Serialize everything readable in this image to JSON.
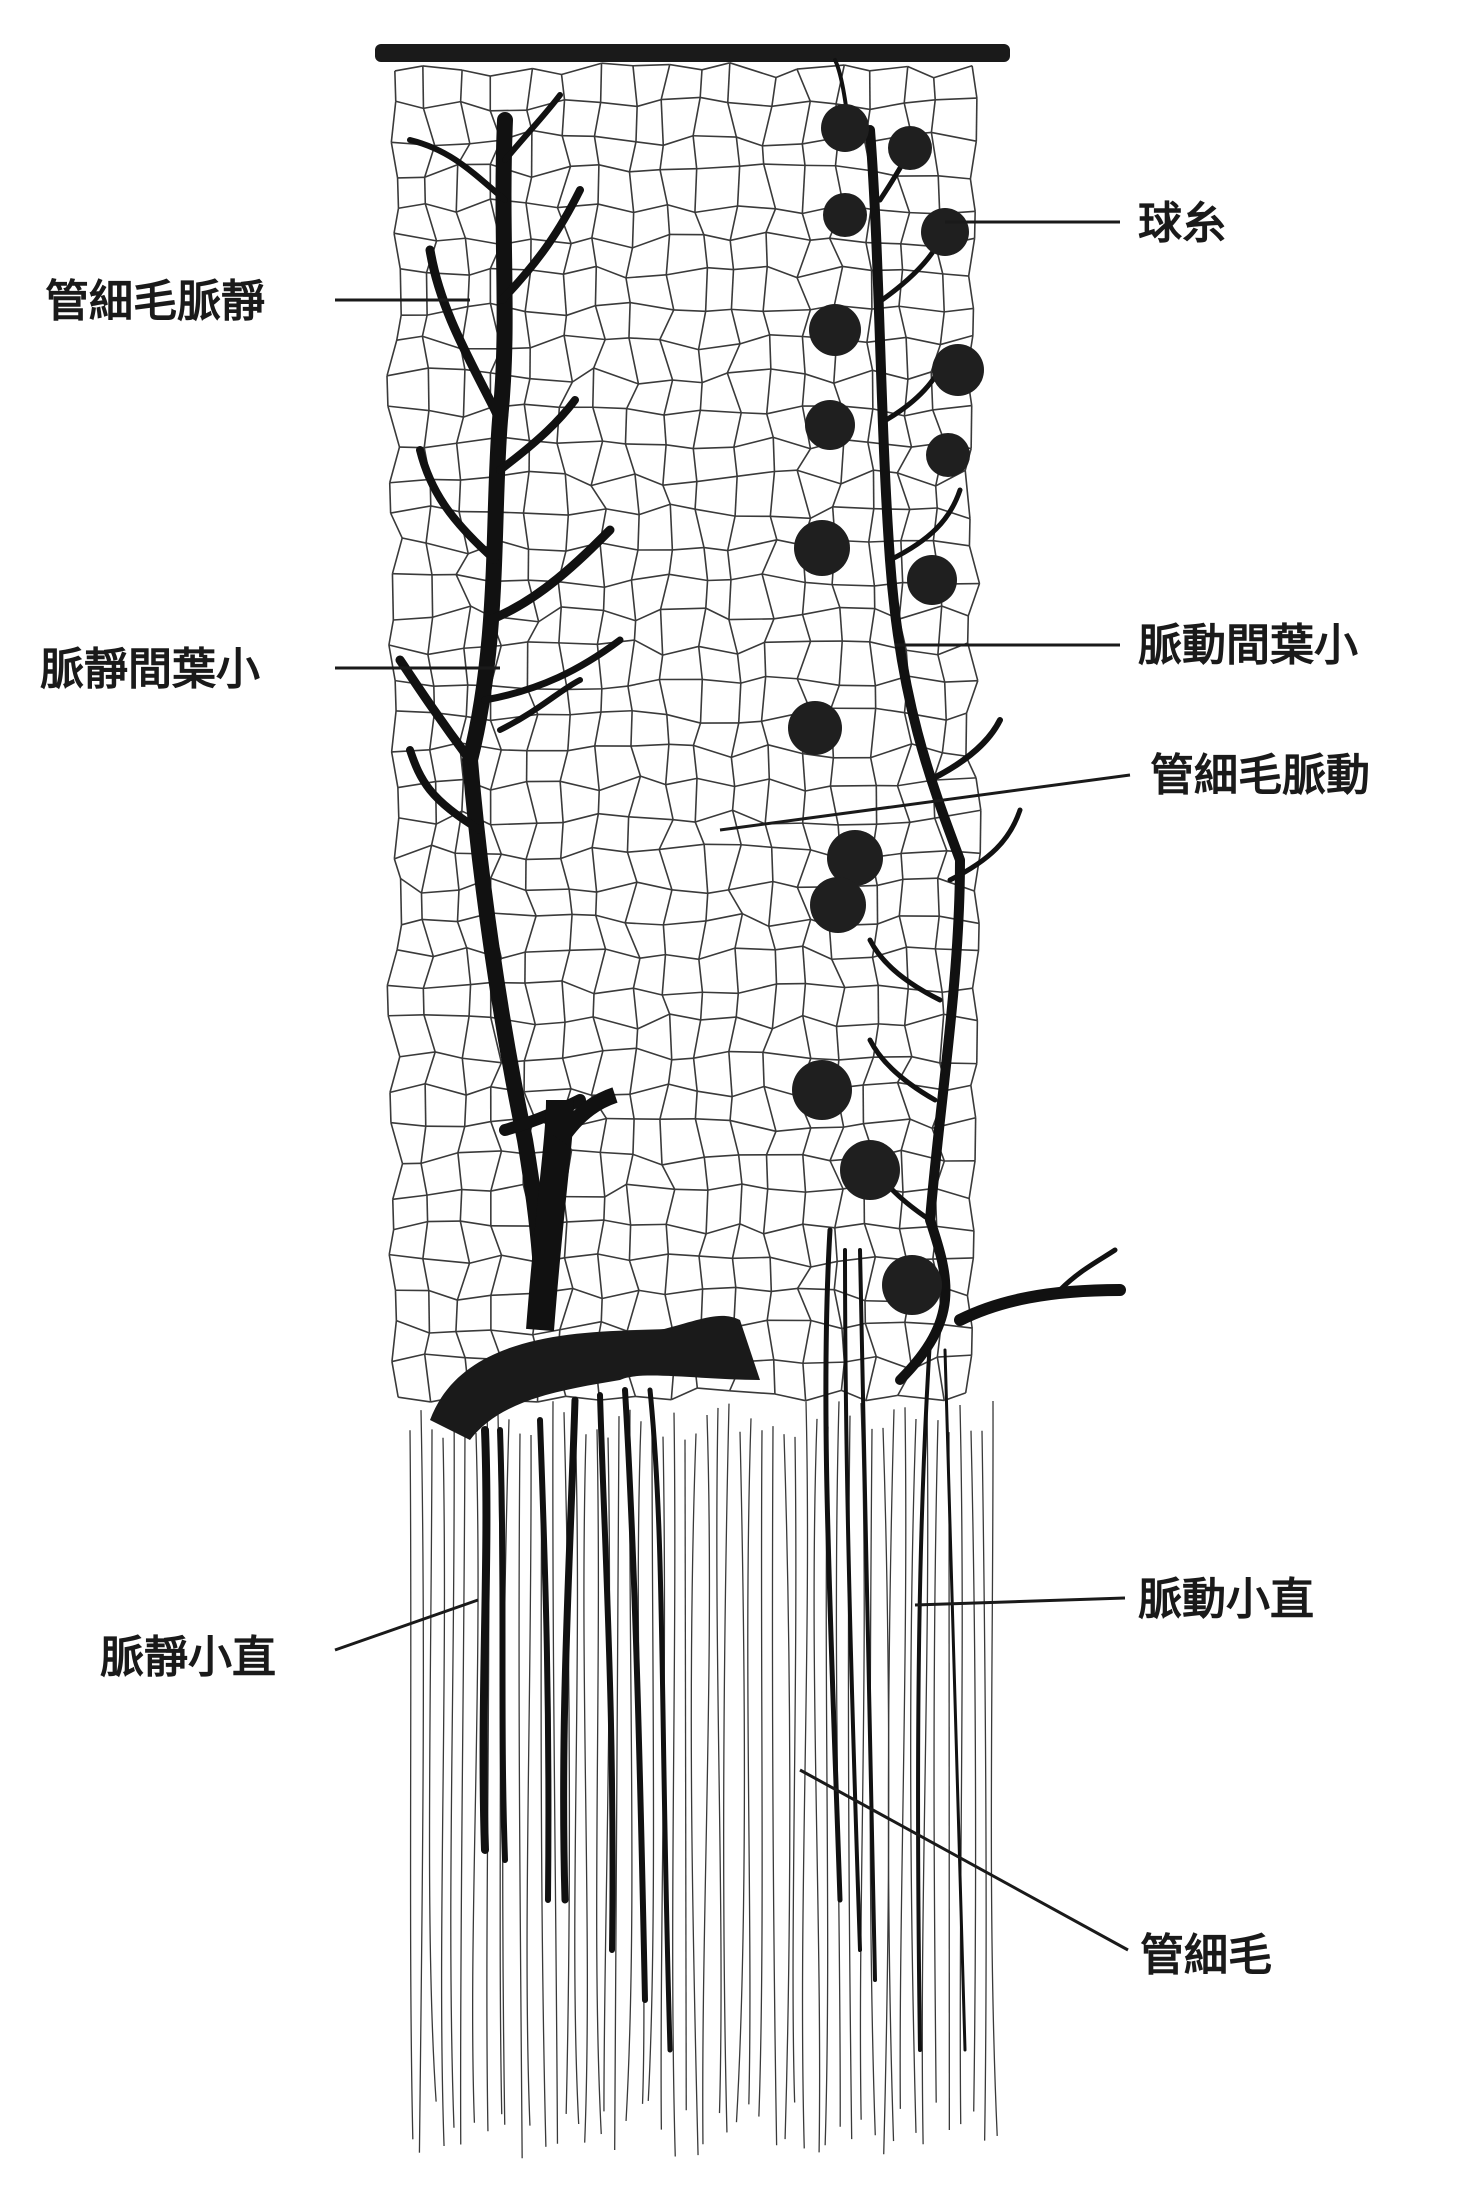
{
  "figure": {
    "labels": {
      "glomerulus": "球糸",
      "venous_capillary": "管細毛脈靜",
      "interlobular_vein": "脈靜間葉小",
      "interlobular_artery": "脈動間葉小",
      "arterial_capillary": "管細毛脈動",
      "venulae_rectae": "脈靜小直",
      "arteriolae_rectae": "脈動小直",
      "capillary": "管細毛"
    }
  },
  "colors": {
    "ink": "#1a1a1a",
    "paper": "#ffffff",
    "mesh": "#3a3a3a"
  }
}
